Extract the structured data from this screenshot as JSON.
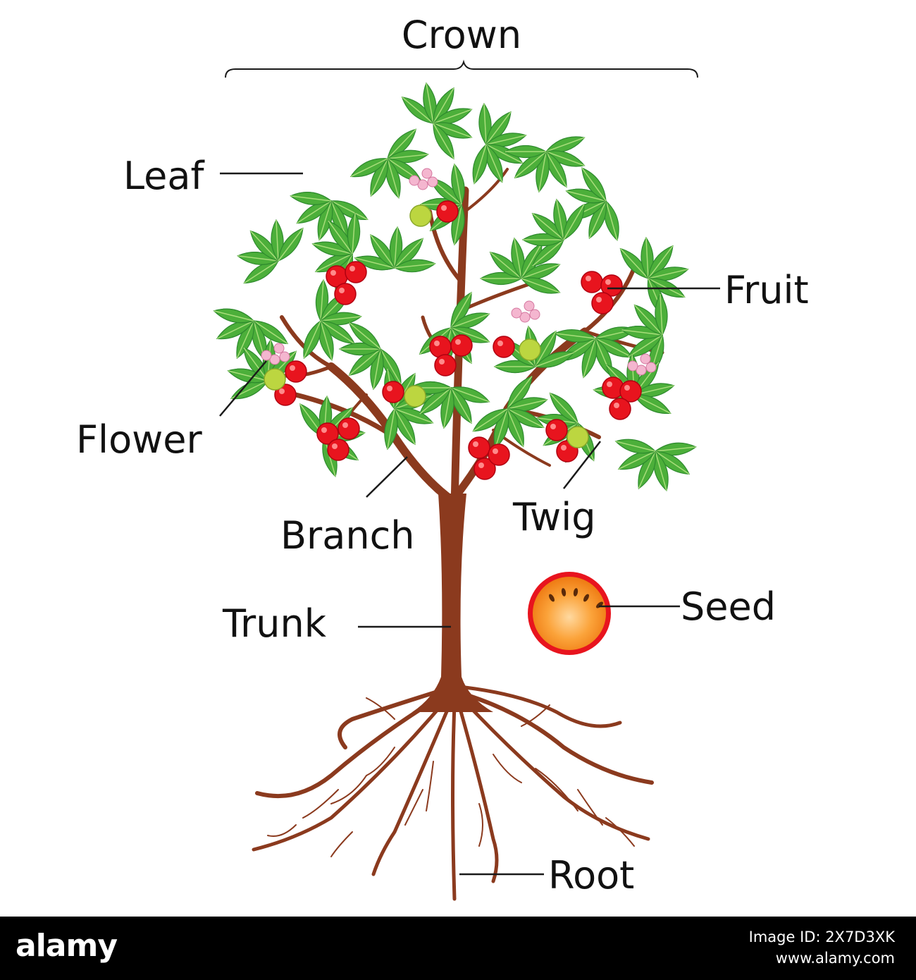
{
  "title": "Crown",
  "labels": {
    "leaf": "Leaf",
    "fruit": "Fruit",
    "flower": "Flower",
    "branch": "Branch",
    "twig": "Twig",
    "trunk": "Trunk",
    "seed": "Seed",
    "root": "Root"
  },
  "footer": {
    "brand": "alamy",
    "image_id": "Image ID: 2X7D3XK",
    "site": "www.alamy.com"
  },
  "colors": {
    "leaf": "#4caf3a",
    "leaf_dark": "#2e8b2e",
    "fruit": "#e8141e",
    "unripe_fruit": "#bcd640",
    "flower": "#f4b6cf",
    "wood": "#8b3a1e",
    "seed_flesh": "#f59a1e",
    "leader_line": "#1a1a1a"
  }
}
